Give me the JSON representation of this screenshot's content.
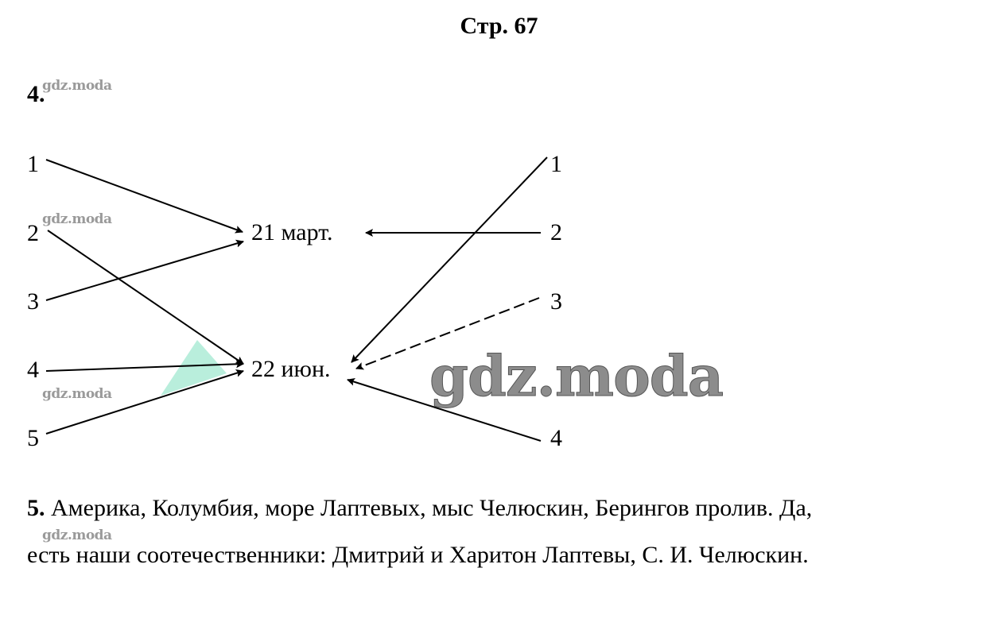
{
  "page_title": "Стр. 67",
  "task4": {
    "number": "4.",
    "left_items": [
      "1",
      "2",
      "3",
      "4",
      "5"
    ],
    "right_items": [
      "1",
      "2",
      "3",
      "4"
    ],
    "targets": {
      "march": "21 март.",
      "june": "22 июн."
    },
    "connections": [
      {
        "from_side": "left",
        "from": "1",
        "to": "21 март."
      },
      {
        "from_side": "left",
        "from": "2",
        "to": "22 июн."
      },
      {
        "from_side": "left",
        "from": "3",
        "to": "21 март."
      },
      {
        "from_side": "left",
        "from": "4",
        "to": "22 июн."
      },
      {
        "from_side": "left",
        "from": "5",
        "to": "22 июн."
      },
      {
        "from_side": "right",
        "from": "1",
        "to": "22 июн."
      },
      {
        "from_side": "right",
        "from": "2",
        "to": "21 март."
      },
      {
        "from_side": "right",
        "from": "3",
        "to": "22 июн."
      },
      {
        "from_side": "right",
        "from": "4",
        "to": "22 июн."
      }
    ]
  },
  "task5": {
    "number": "5.",
    "line1": "Америка, Колумбия, море Лаптевых, мыс Челюскин, Берингов пролив. Да,",
    "line2": "есть наши соотечественники: Дмитрий и Харитон Лаптевы, С. И. Челюскин."
  },
  "watermark": {
    "small": "gdz.moda",
    "big": "gdz.moda"
  },
  "colors": {
    "text": "#000000",
    "watermark": "#9a9a9a",
    "highlight": "#7fe0c0"
  }
}
